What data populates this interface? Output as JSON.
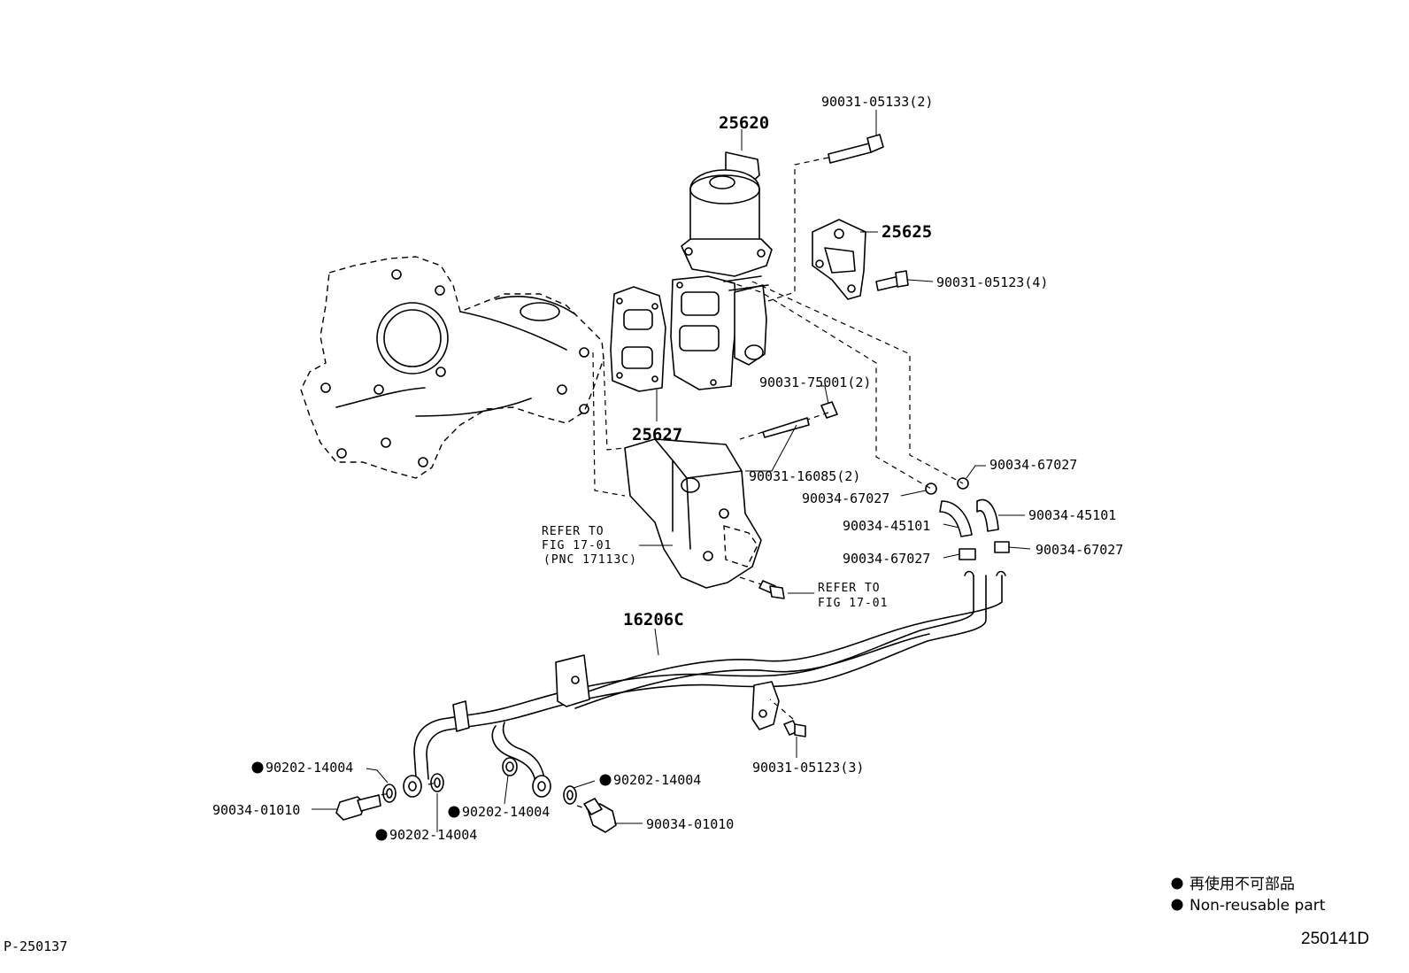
{
  "callouts": {
    "egr_valve": "25620",
    "bolt_05133": "90031-05133(2)",
    "cover_plate": "25625",
    "bolt_05123_4": "90031-05123(4)",
    "gasket": "25627",
    "nut_75001": "90031-75001(2)",
    "stud_16085": "90031-16085(2)",
    "clip_67027_a": "90034-67027",
    "clip_67027_b": "90034-67027",
    "clip_67027_c": "90034-67027",
    "clip_67027_d": "90034-67027",
    "hose_45101_a": "90034-45101",
    "hose_45101_b": "90034-45101",
    "pipe_assy": "16206C",
    "bolt_05123_3": "90031-05123(3)",
    "gasket_14004_a": "90202-14004",
    "gasket_14004_b": "90202-14004",
    "gasket_14004_c": "90202-14004",
    "gasket_14004_d": "90202-14004",
    "union_bolt_a": "90034-01010",
    "union_bolt_b": "90034-01010"
  },
  "refer_notes": {
    "refer_1_line1": "REFER TO",
    "refer_1_line2": "FIG 17-01",
    "refer_1_line3": "(PNC 17113C)",
    "refer_2_line1": "REFER TO",
    "refer_2_line2": "FIG 17-01"
  },
  "legend": {
    "japanese": "再使用不可部品",
    "english": "Non-reusable part"
  },
  "footer": {
    "left_code": "P-250137",
    "right_code": "250141D"
  }
}
